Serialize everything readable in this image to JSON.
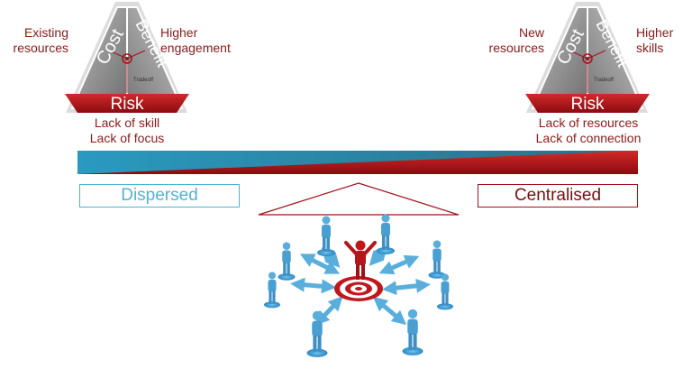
{
  "left_triangle": {
    "cost": "Cost",
    "benefit": "Benefit",
    "risk": "Risk",
    "tradeoff": "Tradeoff",
    "cost_note": [
      "Existing",
      "resources"
    ],
    "benefit_note": [
      "Higher",
      "engagement"
    ],
    "risk_note": [
      "Lack of skill",
      "Lack of focus"
    ]
  },
  "right_triangle": {
    "cost": "Cost",
    "benefit": "Benefit",
    "risk": "Risk",
    "tradeoff": "Tradeoff",
    "cost_note": [
      "New",
      "resources"
    ],
    "benefit_note": [
      "Higher",
      "skills"
    ],
    "risk_note": [
      "Lack of resources",
      "Lack of connection"
    ]
  },
  "scale": {
    "left_label": "Dispersed",
    "right_label": "Centralised"
  },
  "colors": {
    "dispersed": "#4fb3d6",
    "centralised": "#a3121c",
    "text": "#8b1a1a",
    "people": "#5aaedc",
    "leader": "#c0171d"
  },
  "icons": [
    "person-icon",
    "leader-icon",
    "target-icon",
    "arrow-icon"
  ]
}
